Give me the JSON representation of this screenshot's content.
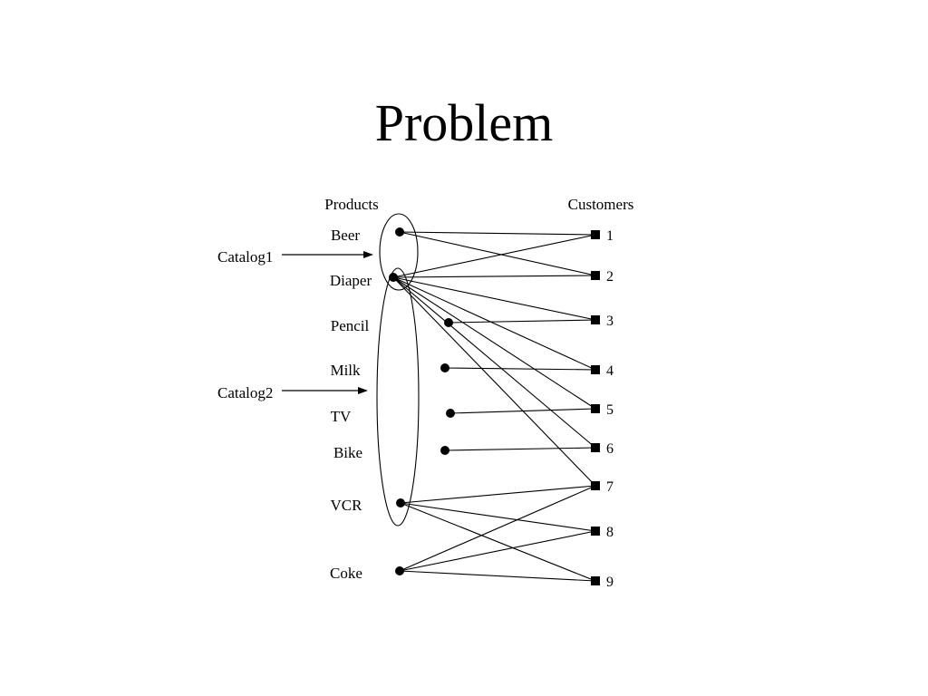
{
  "title": "Problem",
  "headers": {
    "products": "Products",
    "customers": "Customers"
  },
  "catalogs": [
    {
      "id": "catalog1",
      "label": "Catalog1",
      "members": [
        "Beer",
        "Diaper"
      ]
    },
    {
      "id": "catalog2",
      "label": "Catalog2",
      "members": [
        "Diaper",
        "Pencil",
        "Milk",
        "TV",
        "Bike",
        "VCR"
      ]
    }
  ],
  "products": [
    "Beer",
    "Diaper",
    "Pencil",
    "Milk",
    "TV",
    "Bike",
    "VCR",
    "Coke"
  ],
  "customers": [
    "1",
    "2",
    "3",
    "4",
    "5",
    "6",
    "7",
    "8",
    "9"
  ],
  "purchases": [
    [
      "Beer",
      "1"
    ],
    [
      "Beer",
      "2"
    ],
    [
      "Diaper",
      "1"
    ],
    [
      "Diaper",
      "2"
    ],
    [
      "Diaper",
      "3"
    ],
    [
      "Diaper",
      "4"
    ],
    [
      "Diaper",
      "5"
    ],
    [
      "Diaper",
      "6"
    ],
    [
      "Diaper",
      "7"
    ],
    [
      "Pencil",
      "3"
    ],
    [
      "Milk",
      "4"
    ],
    [
      "TV",
      "5"
    ],
    [
      "Bike",
      "6"
    ],
    [
      "VCR",
      "7"
    ],
    [
      "VCR",
      "8"
    ],
    [
      "VCR",
      "9"
    ],
    [
      "Coke",
      "7"
    ],
    [
      "Coke",
      "8"
    ],
    [
      "Coke",
      "9"
    ]
  ],
  "colors": {
    "ink": "#000000",
    "background": "#ffffff"
  }
}
